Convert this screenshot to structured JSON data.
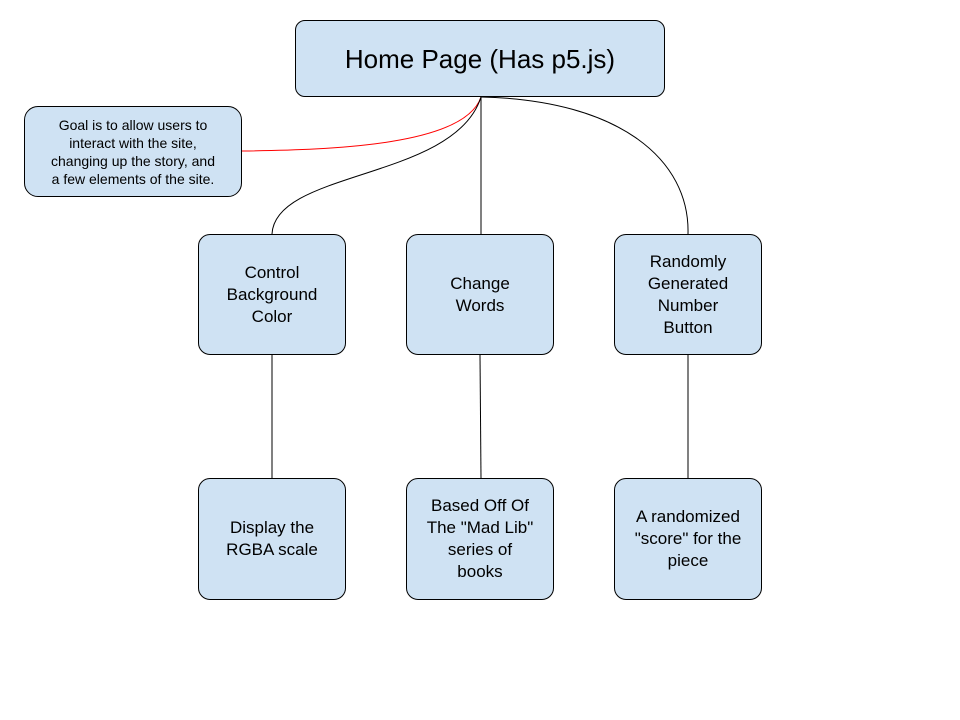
{
  "diagram": {
    "home": "Home Page (Has p5.js)",
    "goal": "Goal is to allow users to\ninteract with the site,\nchanging up the story, and\na few elements of the site.",
    "features": {
      "background": "Control\nBackground\nColor",
      "words": "Change\nWords",
      "random": "Randomly\nGenerated\nNumber\nButton"
    },
    "details": {
      "rgba": "Display the\nRGBA scale",
      "madlib": "Based Off Of\nThe \"Mad Lib\"\nseries of\nbooks",
      "score": "A randomized\n\"score\" for the\npiece"
    }
  },
  "colors": {
    "node_fill": "#cfe2f3",
    "node_border": "#000000",
    "connector": "#000000",
    "goal_connector": "#ff0000"
  }
}
